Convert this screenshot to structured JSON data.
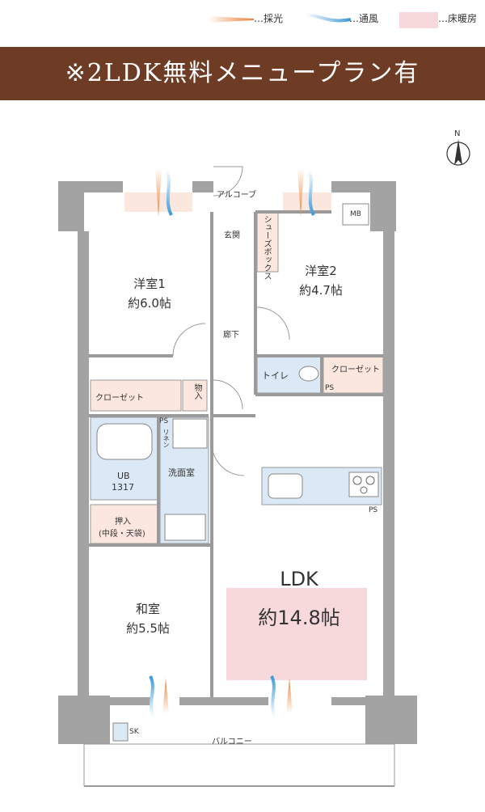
{
  "legend": {
    "daylight": "…採光",
    "ventilation": "…通風",
    "floor_heating": "…床暖房"
  },
  "banner": {
    "text": "※2LDK無料メニュープラン有"
  },
  "compass": {
    "label": "N"
  },
  "rooms": {
    "western1_name": "洋室1",
    "western1_size": "約6.0帖",
    "western2_name": "洋室2",
    "western2_size": "約4.7帖",
    "japanese_name": "和室",
    "japanese_size": "約5.5帖",
    "ldk_name": "LDK",
    "ldk_size": "約14.8帖"
  },
  "labels": {
    "alcove": "アルコーブ",
    "entrance": "玄関",
    "shoe_box": "シューズボックス",
    "hallway": "廊下",
    "closet1": "クローゼット",
    "closet2": "クローゼット",
    "storage": "物入",
    "toilet": "トイレ",
    "ps1": "PS",
    "ps2": "PS",
    "ps3": "PS",
    "linen": "リネン",
    "ub": "UB",
    "ub_size": "1317",
    "washroom": "洗面室",
    "oshiire": "押入",
    "oshiire_sub": "(中段・天袋)",
    "mb": "MB",
    "balcony": "バルコニー",
    "sk": "SK"
  },
  "colors": {
    "banner": "#6e3b24",
    "floor_heating": "#f7d9dc",
    "daylight": "#e8833a",
    "ventilation": "#3a9ad9",
    "closet": "#fbe7de",
    "wet_area": "#dbe8f5",
    "wall": "#9a9a9a"
  }
}
